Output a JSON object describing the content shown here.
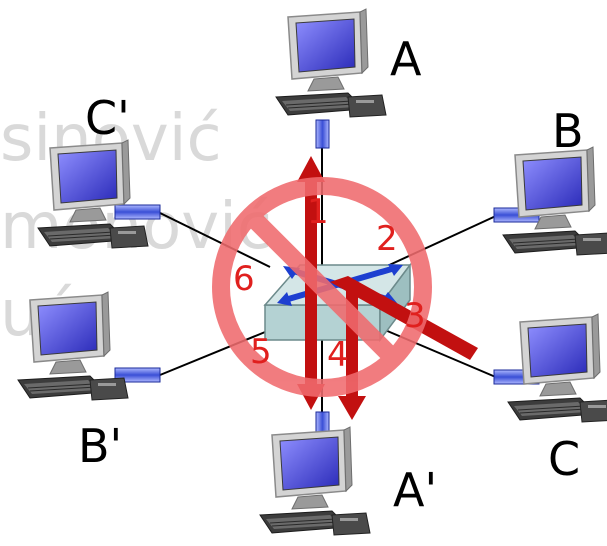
{
  "watermark": {
    "lines": [
      "sinović",
      "monović",
      "ućs"
    ]
  },
  "hosts": [
    {
      "id": "A",
      "label": "A"
    },
    {
      "id": "B",
      "label": "B"
    },
    {
      "id": "C",
      "label": "C"
    },
    {
      "id": "A2",
      "label": "A'"
    },
    {
      "id": "B2",
      "label": "B'"
    },
    {
      "id": "C2",
      "label": "C'"
    }
  ],
  "ports": [
    "1",
    "2",
    "3",
    "4",
    "5",
    "6"
  ],
  "colors": {
    "prohibition": "#f06b6e",
    "arrow": "#c21010",
    "label_red": "#e0201e",
    "switch_body": "#c5dfe0",
    "switch_x": "#1d3fd0",
    "monitor_screen": "#3b3bd0",
    "monitor_frame": "#d3d3d3",
    "cable": "#000000"
  }
}
